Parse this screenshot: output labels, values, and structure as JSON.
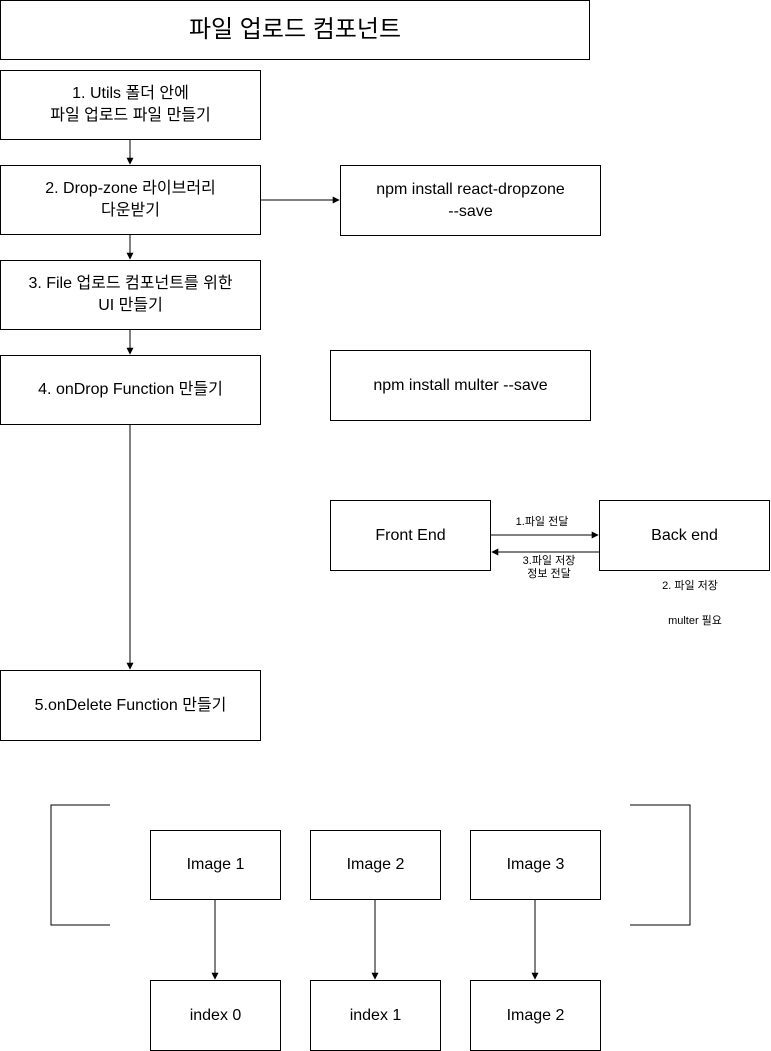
{
  "title": "파일 업로드 컴포넌트",
  "steps": [
    "1. Utils 폴더 안에\n파일 업로드 파일 만들기",
    "2. Drop-zone 라이브러리\n다운받기",
    "3. File 업로드 컴포넌트를 위한\nUI 만들기",
    "4. onDrop Function 만들기",
    "5.onDelete Function 만들기"
  ],
  "commands": [
    "npm install react-dropzone\n--save",
    "npm install multer --save"
  ],
  "flow": {
    "front": "Front End",
    "back": "Back end",
    "send_label": "1.파일 전달",
    "return_label": "3.파일 저장\n정보 전달",
    "save_note": "2. 파일 저장",
    "multer_note": "multer 필요"
  },
  "images": [
    "Image 1",
    "Image 2",
    "Image 3"
  ],
  "indexes": [
    "index 0",
    "index 1",
    "Image 2"
  ]
}
